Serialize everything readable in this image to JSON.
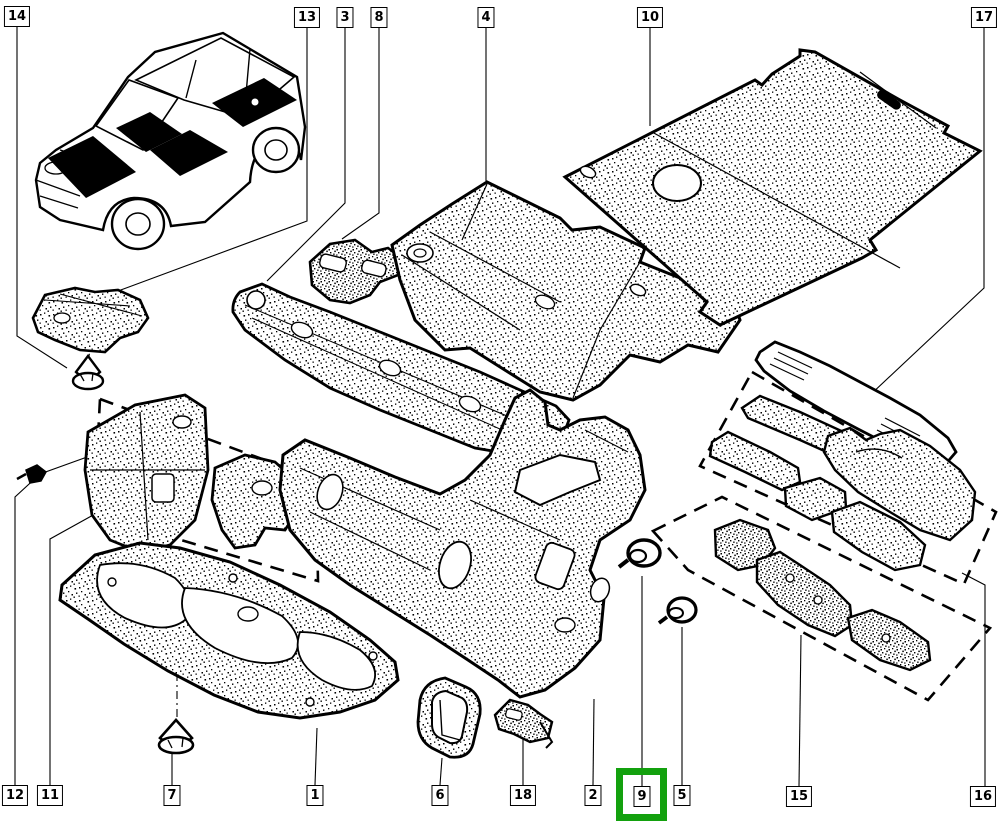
{
  "figure": {
    "kind": "exploded-parts-diagram",
    "subject": "vehicle soundproofing and insulation panels with numbered callouts",
    "line_color": "#000000",
    "background_color": "#ffffff"
  },
  "highlight": {
    "selected_callout": "9",
    "color": "#13a10e"
  },
  "callouts": [
    {
      "text": "14",
      "edge": "top"
    },
    {
      "text": "13",
      "edge": "top"
    },
    {
      "text": "3",
      "edge": "top"
    },
    {
      "text": "8",
      "edge": "top"
    },
    {
      "text": "4",
      "edge": "top"
    },
    {
      "text": "10",
      "edge": "top"
    },
    {
      "text": "17",
      "edge": "top"
    },
    {
      "text": "12",
      "edge": "bottom"
    },
    {
      "text": "11",
      "edge": "bottom"
    },
    {
      "text": "7",
      "edge": "bottom"
    },
    {
      "text": "1",
      "edge": "bottom"
    },
    {
      "text": "6",
      "edge": "bottom"
    },
    {
      "text": "18",
      "edge": "bottom"
    },
    {
      "text": "2",
      "edge": "bottom"
    },
    {
      "text": "9",
      "edge": "bottom"
    },
    {
      "text": "5",
      "edge": "bottom"
    },
    {
      "text": "15",
      "edge": "bottom"
    },
    {
      "text": "16",
      "edge": "bottom"
    }
  ]
}
